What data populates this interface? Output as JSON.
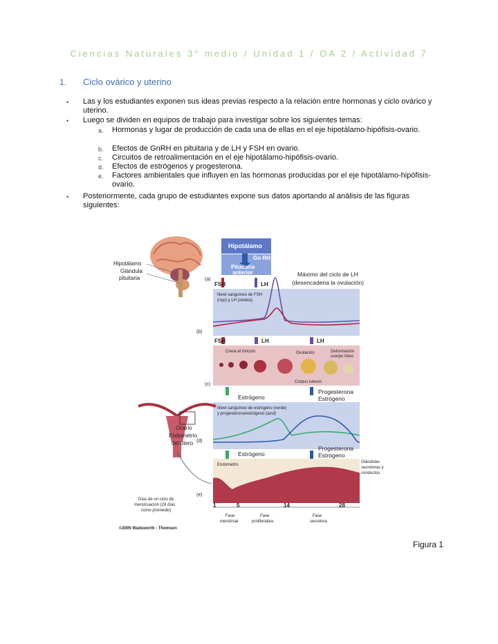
{
  "header": "Ciencias Naturales 3° medio / Unidad 1 / OA 2 / Actividad 7",
  "section": {
    "number": "1.",
    "title": "Ciclo ovárico y uterino"
  },
  "paragraphs": [
    "Las y los estudiantes exponen sus ideas previas respecto a la relación entre hormonas y ciclo ovárico y uterino.",
    "Luego se dividen en equipos de trabajo para investigar sobre los siguientes temas:",
    "Posteriormente, cada grupo de estudiantes expone sus datos aportando al análisis de las figuras siguientes:"
  ],
  "topics": [
    {
      "num": "a.",
      "text": "Hormonas y lugar de producción de cada una de ellas en el eje hipotálamo-hipófisis-ovario."
    },
    {
      "num": "b.",
      "text": "Efectos de GnRH en pituitaria y de LH y FSH en ovario."
    },
    {
      "num": "c.",
      "text": "Circuitos de retroalimentación en el eje hipotálamo-hipófisis-ovario."
    },
    {
      "num": "d.",
      "text": "Efectos de estrógenos y progesterona."
    },
    {
      "num": "e.",
      "text": "Factores ambientales que influyen en las hormonas producidas por el eje hipotálamo-hipófisis-ovario."
    }
  ],
  "figure": {
    "brain_labels": [
      "Hipotálamo",
      "Glándula",
      "pituitaria"
    ],
    "hypothalamus_box": "Hipotálamo",
    "gnrh": "Gn RH",
    "pituitary_box": [
      "Pituitaria",
      "anterior"
    ],
    "lh_peak": [
      "Máximo del ciclo de LH",
      "(desencadena la ovulación)"
    ],
    "fsh": "FSH",
    "lh": "LH",
    "panel_b_title": [
      "Nivel sanguíneo de FSH",
      "(rojo) y LH (violeta)"
    ],
    "ovary_labels": {
      "follicle": "Crece el folículo",
      "ovulation": "Ovulación",
      "corpus_deform": [
        "Deformación",
        "cuerpo lúteo"
      ],
      "corpus_luteum": "Corpus luteum"
    },
    "estrogen": "Estrógeno",
    "progesterone": "Progesterona",
    "panel_d_title": [
      "Nivel sanguíneo de estrógeno (verde)",
      "y progesterona/estrógeno (azul)"
    ],
    "uterus_labels": [
      "Ovario",
      "Endometrio",
      "del útero"
    ],
    "endometrium": "Endometrio",
    "glands": [
      "Glándulas",
      "secretoras y",
      "conductos"
    ],
    "panel_letters": [
      "(a)",
      "(b)",
      "(c)",
      "(d)",
      "(e)"
    ],
    "cycle_note": [
      "Días de un ciclo de",
      "menstruación (28 días",
      "como promedio)"
    ],
    "day_ticks": [
      "1",
      "5",
      "14",
      "28"
    ],
    "phases": [
      [
        "Fase",
        "menstrual"
      ],
      [
        "Fase",
        "proliferativa"
      ],
      [
        "Fase",
        "secretora"
      ]
    ],
    "copyright": "©2005 Wadsworth - Thomson",
    "colors": {
      "fsh": "#b2223a",
      "lh": "#6b4fa6",
      "estrogen": "#3aa86a",
      "progesterone": "#2f5aa8",
      "panel_blue": "#c9d3ec",
      "tissue": "#e7c3c6"
    }
  },
  "caption": "Figura 1"
}
